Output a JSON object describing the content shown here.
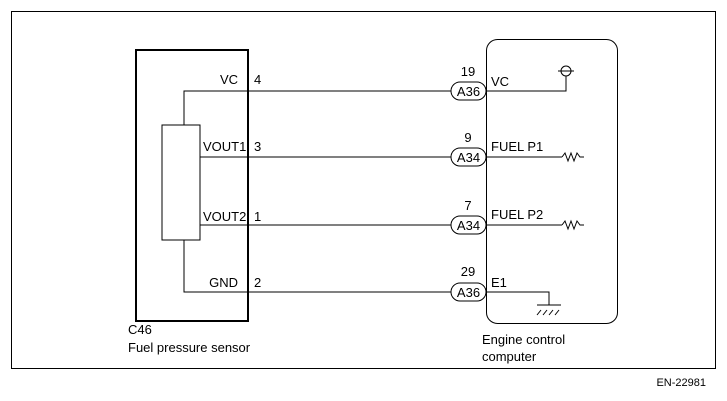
{
  "sensor": {
    "code": "C46",
    "name": "Fuel pressure sensor",
    "pins": [
      {
        "label": "VC",
        "number": "4"
      },
      {
        "label": "VOUT1",
        "number": "3"
      },
      {
        "label": "VOUT2",
        "number": "1"
      },
      {
        "label": "GND",
        "number": "2"
      }
    ]
  },
  "ecu": {
    "name_line1": "Engine control",
    "name_line2": "computer",
    "terminals": [
      {
        "pin": "19",
        "connector": "A36",
        "signal": "VC"
      },
      {
        "pin": "9",
        "connector": "A34",
        "signal": "FUEL P1"
      },
      {
        "pin": "7",
        "connector": "A34",
        "signal": "FUEL P2"
      },
      {
        "pin": "29",
        "connector": "A36",
        "signal": "E1"
      }
    ]
  },
  "reference_code": "EN-22981"
}
